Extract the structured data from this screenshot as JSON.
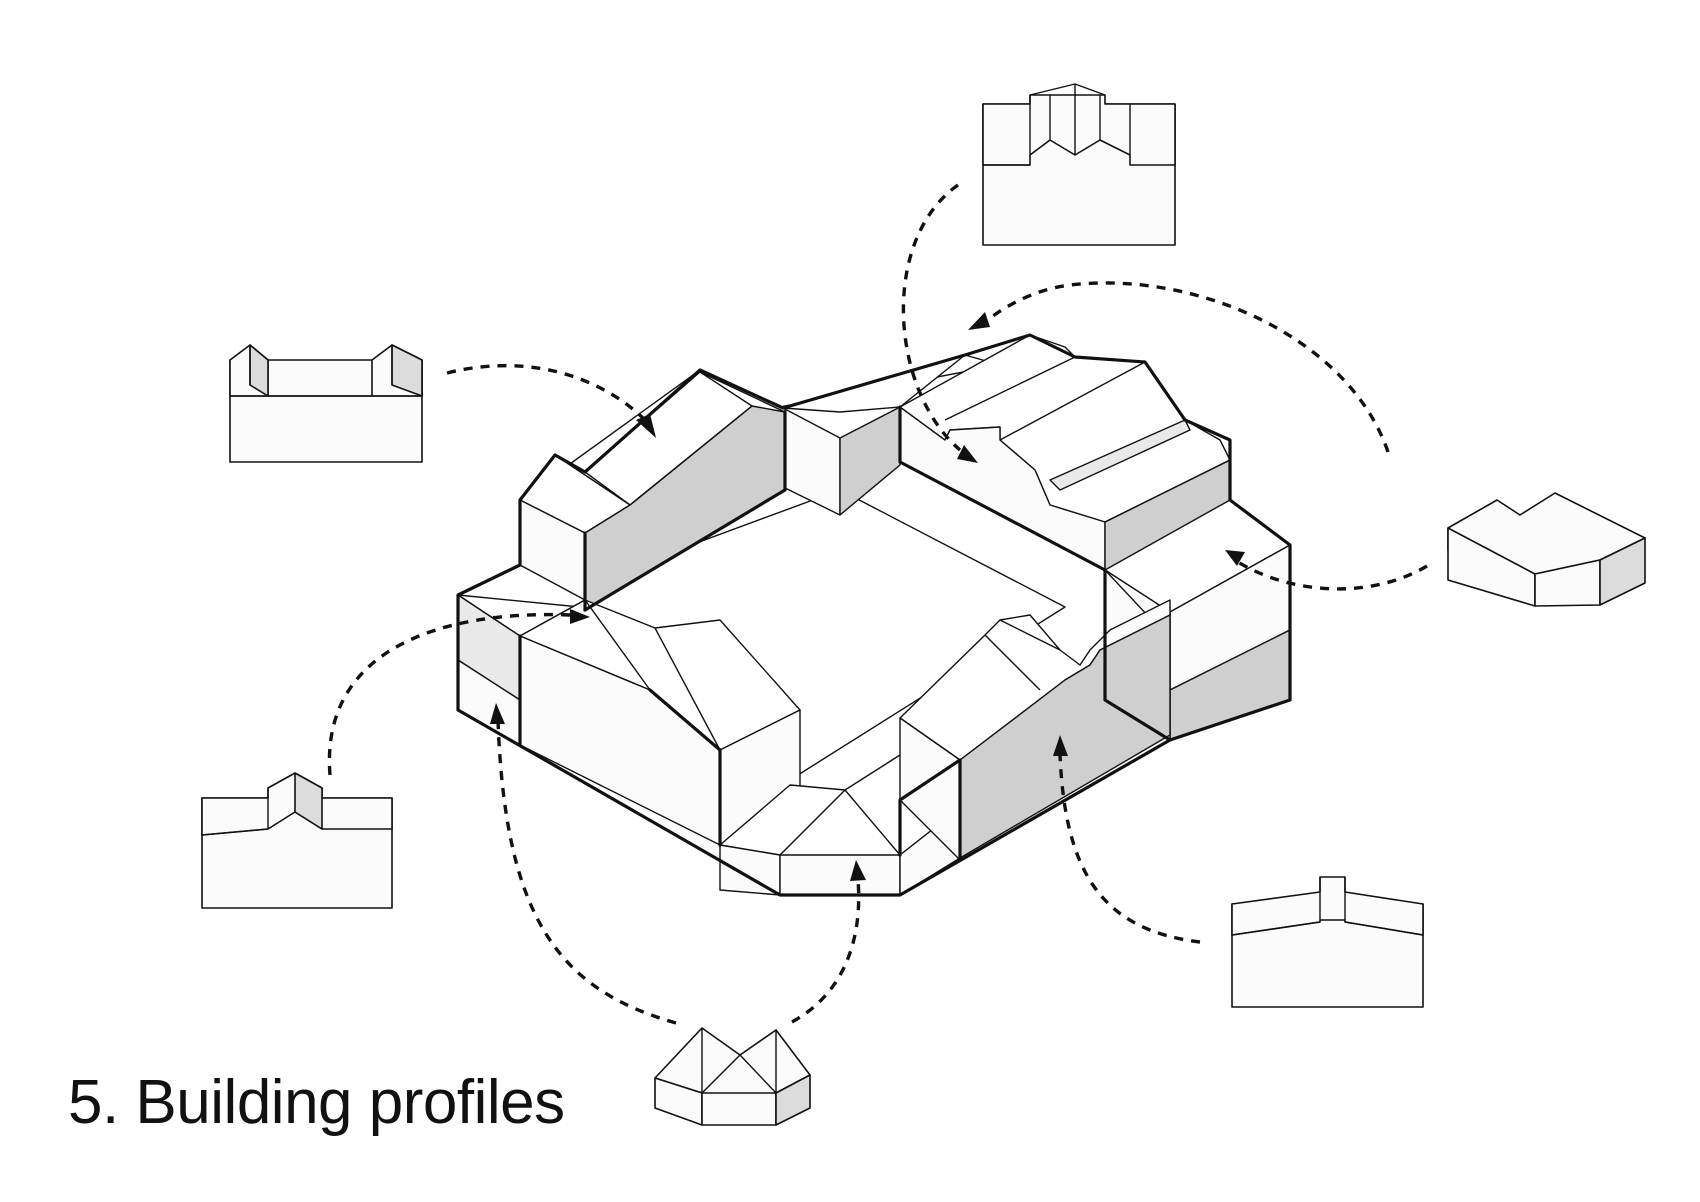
{
  "caption": "5. Building profiles",
  "colors": {
    "line": "#111111",
    "shaded_face": "#cfcfcf",
    "profile_fill": "#fcfbfc",
    "background": "#ffffff"
  },
  "main_model": {
    "name": "isometric-courtyard-block",
    "style": "axonometric line drawing"
  },
  "profiles": [
    {
      "id": "top-right"
    },
    {
      "id": "top-left"
    },
    {
      "id": "right-side"
    },
    {
      "id": "left-side"
    },
    {
      "id": "bottom-right"
    },
    {
      "id": "bottom-center"
    }
  ],
  "arrows": [
    {
      "from": "top-right",
      "style": "dashed"
    },
    {
      "from": "top-left",
      "style": "dashed"
    },
    {
      "from": "right-side",
      "style": "dashed"
    },
    {
      "from": "left-side",
      "style": "dashed"
    },
    {
      "from": "bottom-right",
      "style": "dashed"
    },
    {
      "from": "bottom-center",
      "style": "dashed"
    },
    {
      "from": "bottom-center",
      "style": "dashed"
    },
    {
      "from": "top-right-loop",
      "style": "dashed"
    }
  ]
}
